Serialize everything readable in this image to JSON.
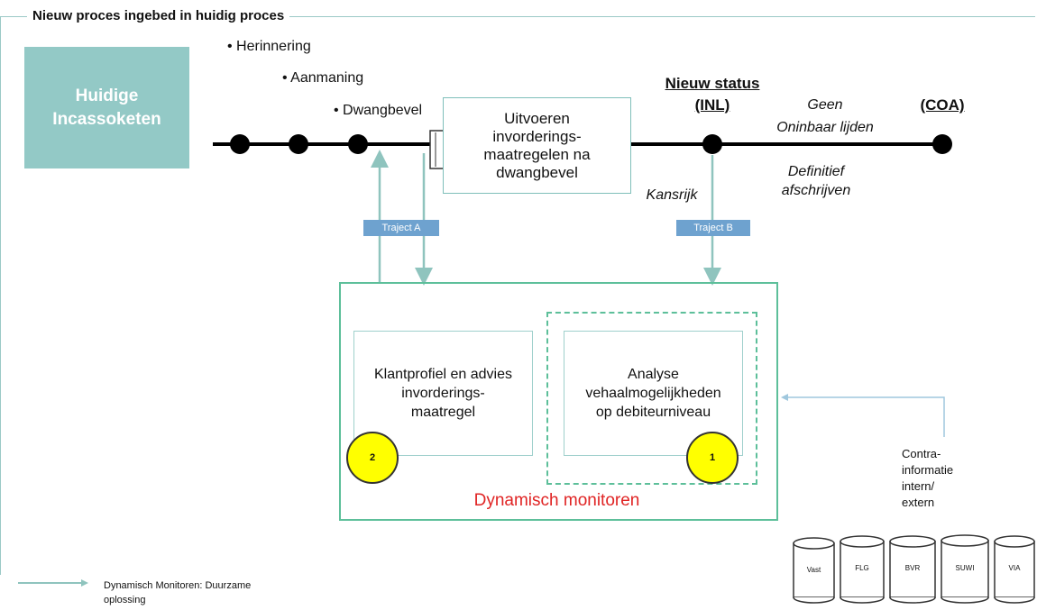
{
  "frame_title": "Nieuw proces ingebed in huidig proces",
  "teal_box": {
    "line1": "Huidige",
    "line2": "Incassoketen"
  },
  "bullets": [
    "• Herinnering",
    "• Aanmaning",
    "• Dwangbevel"
  ],
  "process_box": {
    "line1": "Uitvoeren",
    "line2": "invorderings-",
    "line3": "maatregelen na",
    "line4": "dwangbevel"
  },
  "status": {
    "line1": "Nieuw status",
    "line2": "(INL)"
  },
  "coa": "(COA)",
  "geen": "Geen",
  "oninbaar": "Oninbaar lijden",
  "definitief": {
    "line1": "Definitief",
    "line2": "afschrijven"
  },
  "kansrijk": "Kansrijk",
  "traject_a": "Traject A",
  "traject_b": "Traject B",
  "klantprofiel": {
    "line1": "Klantprofiel en advies",
    "line2": "invorderings-",
    "line3": "maatregel"
  },
  "analyse": {
    "line1": "Analyse",
    "line2": "vehaalmogelijkheden",
    "line3": "op debiteurniveau"
  },
  "circle_2": "2",
  "circle_1": "1",
  "dynamisch_monitoren": "Dynamisch monitoren",
  "contra": {
    "line1": "Contra-",
    "line2": "informatie",
    "line3": "intern/",
    "line4": "extern"
  },
  "databases": [
    "Vast",
    "FLG",
    "BVR",
    "SUWI",
    "VIA"
  ],
  "legend": {
    "line1": "Dynamisch Monitoren: Duurzame",
    "line2": "oplossing"
  },
  "colors": {
    "teal": "#93c9c6",
    "arrow": "#8fc4be",
    "green": "#5dbf9a",
    "tag_blue": "#6ea2cf",
    "red": "#e02424",
    "yellow": "#ffff00"
  }
}
